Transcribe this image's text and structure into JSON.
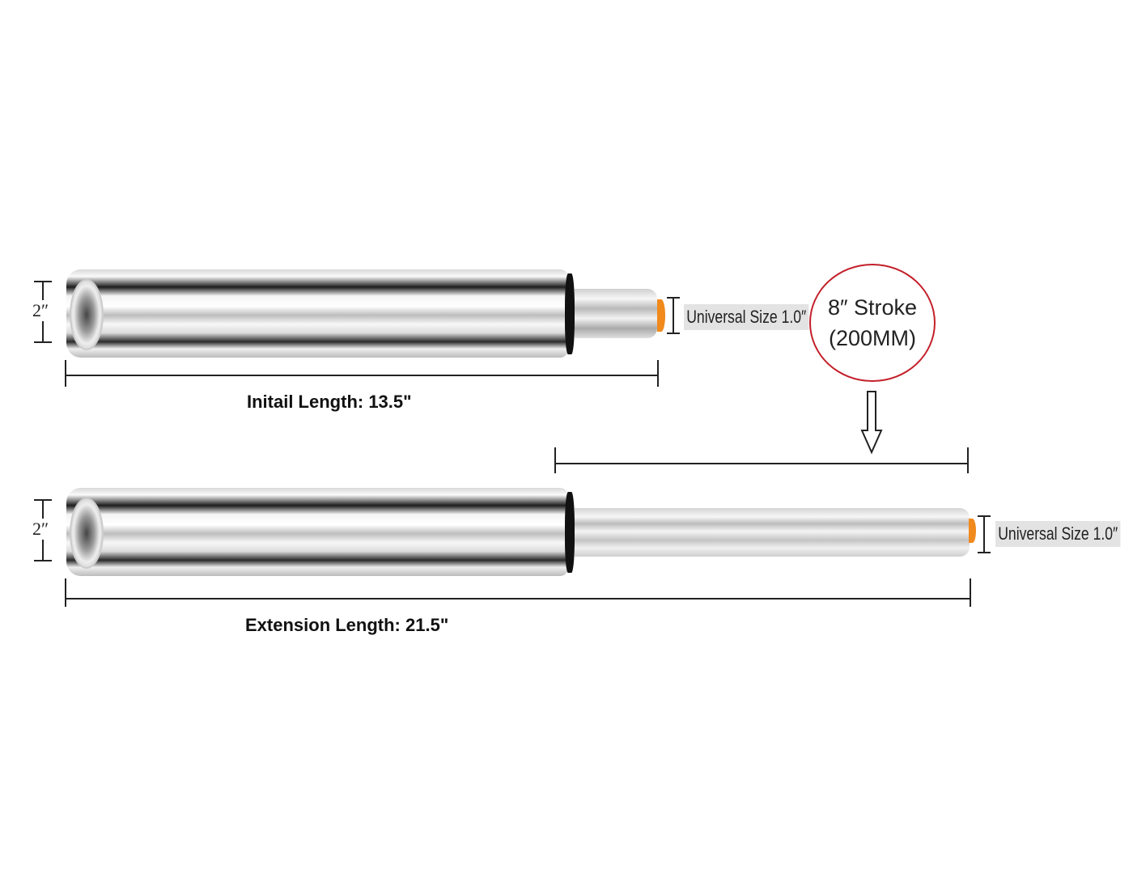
{
  "top": {
    "diameter_label": "2″",
    "universal_size_label": "Universal Size 1.0″",
    "length_label": "Initail Length: 13.5\""
  },
  "stroke": {
    "line1": "8″ Stroke",
    "line2": "(200MM)"
  },
  "bottom": {
    "diameter_label": "2″",
    "universal_size_label": "Universal Size 1.0″",
    "length_label": "Extension Length: 21.5\""
  },
  "colors": {
    "circle": "#c3202a",
    "tip": "#f08a1c"
  }
}
